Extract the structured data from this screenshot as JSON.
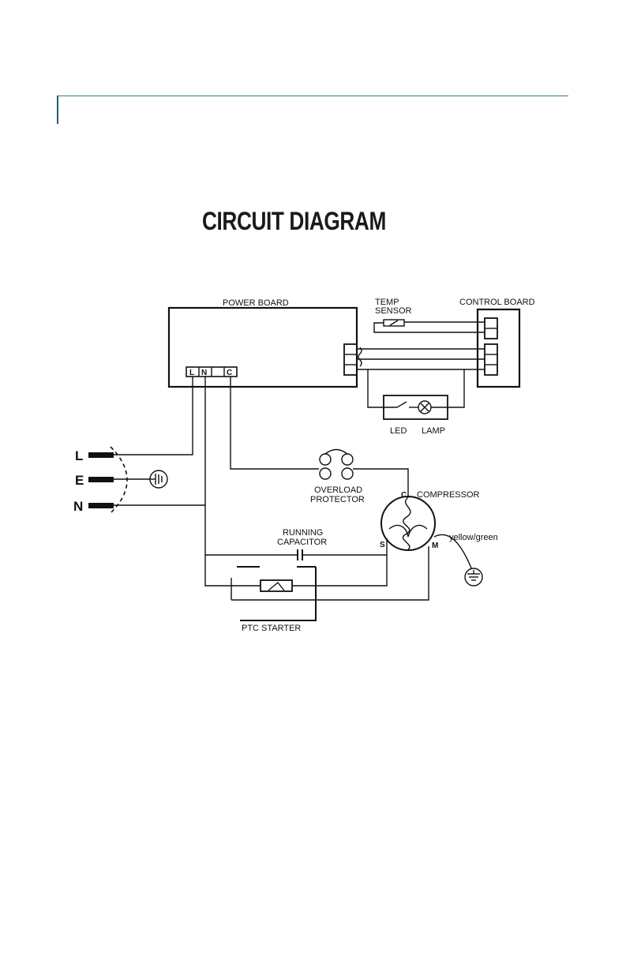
{
  "title": "CIRCUIT DIAGRAM",
  "components": {
    "power_board": "POWER BOARD",
    "terminal_l": "L",
    "terminal_n": "N",
    "terminal_c": "C",
    "temp_sensor_line1": "TEMP",
    "temp_sensor_line2": "SENSOR",
    "control_board": "CONTROL  BOARD",
    "led": "LED",
    "lamp": "LAMP",
    "overload_line1": "OVERLOAD",
    "overload_line2": "PROTECTOR",
    "compressor": "COMPRESSOR",
    "comp_c": "C",
    "comp_s": "S",
    "comp_m": "M",
    "ground_wire": "yellow/green",
    "capacitor_line1": "RUNNING",
    "capacitor_line2": "CAPACITOR",
    "ptc_starter": "PTC  STARTER"
  },
  "plug": {
    "l": "L",
    "e": "E",
    "n": "N"
  },
  "colors": {
    "rule": "#2a7a8c",
    "ink": "#111111"
  }
}
